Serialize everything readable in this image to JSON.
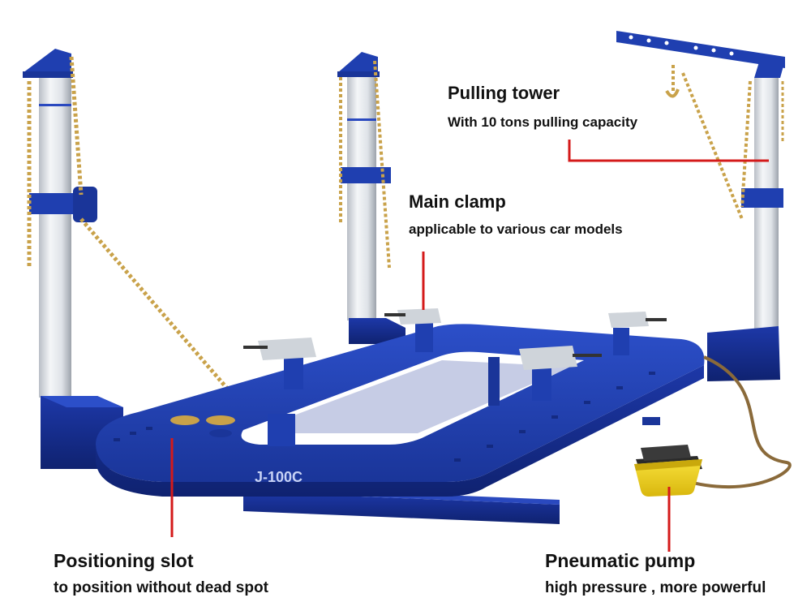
{
  "product": {
    "model_plate": "J-100C"
  },
  "callouts": {
    "pulling_tower": {
      "title": "Pulling tower",
      "subtitle": "With 10 tons pulling capacity"
    },
    "main_clamp": {
      "title": "Main clamp",
      "subtitle": "applicable to various car models"
    },
    "positioning_slot": {
      "title": "Positioning slot",
      "subtitle": "to position without dead spot"
    },
    "pneumatic_pump": {
      "title": "Pneumatic pump",
      "subtitle": "high pressure , more powerful"
    }
  },
  "colors": {
    "frame_blue": "#1f3fb0",
    "frame_dark": "#14287a",
    "post_white": "#e6e9ee",
    "chain_gold": "#c9a24a",
    "pump_yellow": "#f2d21a",
    "callout_line_red": "#d41a1a"
  }
}
